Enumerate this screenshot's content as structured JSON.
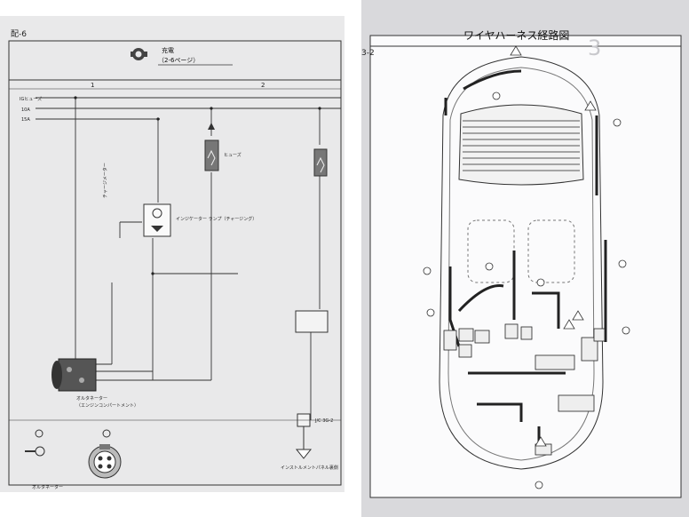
{
  "left": {
    "page_no": "配-6",
    "section_title": "充電",
    "section_ref": "（2-6ページ）",
    "col1": "1",
    "col2": "2",
    "row_labels": [
      "IGヒューズ",
      "10A",
      "15A"
    ],
    "meter_label": "チャージメーター",
    "pilot_label": "インジケーター\nランプ（チャージング）",
    "fuse_label": "ヒューズ",
    "alt_label": "オルタネーター",
    "alt_sub": "（エンジンコンパートメント）",
    "bottom_caption": "オルタネーター",
    "ground_caption": "インストルメントパネル裏側"
  },
  "right": {
    "page_no": "3-2",
    "title": "ワイヤハーネス経路図",
    "watermark": "3"
  },
  "colors": {
    "paper_left": "#e9e9ea",
    "paper_right": "#d9d9dc",
    "ink": "#222222"
  }
}
